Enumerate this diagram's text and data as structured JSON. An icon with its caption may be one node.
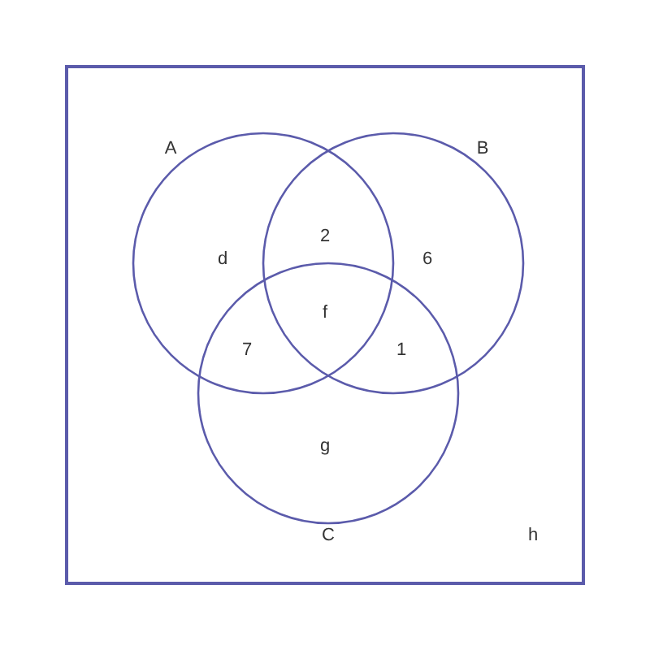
{
  "diagram": {
    "nodes": [
      {
        "text": [],
        "shape": "box"
      },
      {
        "text": [
          "A"
        ],
        "in": 0
      },
      {
        "text": [
          "B"
        ],
        "in": 0
      },
      {
        "text": [
          "C"
        ],
        "in": 0
      }
    ],
    "labels": [
      "2",
      "d",
      "6",
      "f",
      "7",
      "1",
      "g",
      "h"
    ]
  }
}
